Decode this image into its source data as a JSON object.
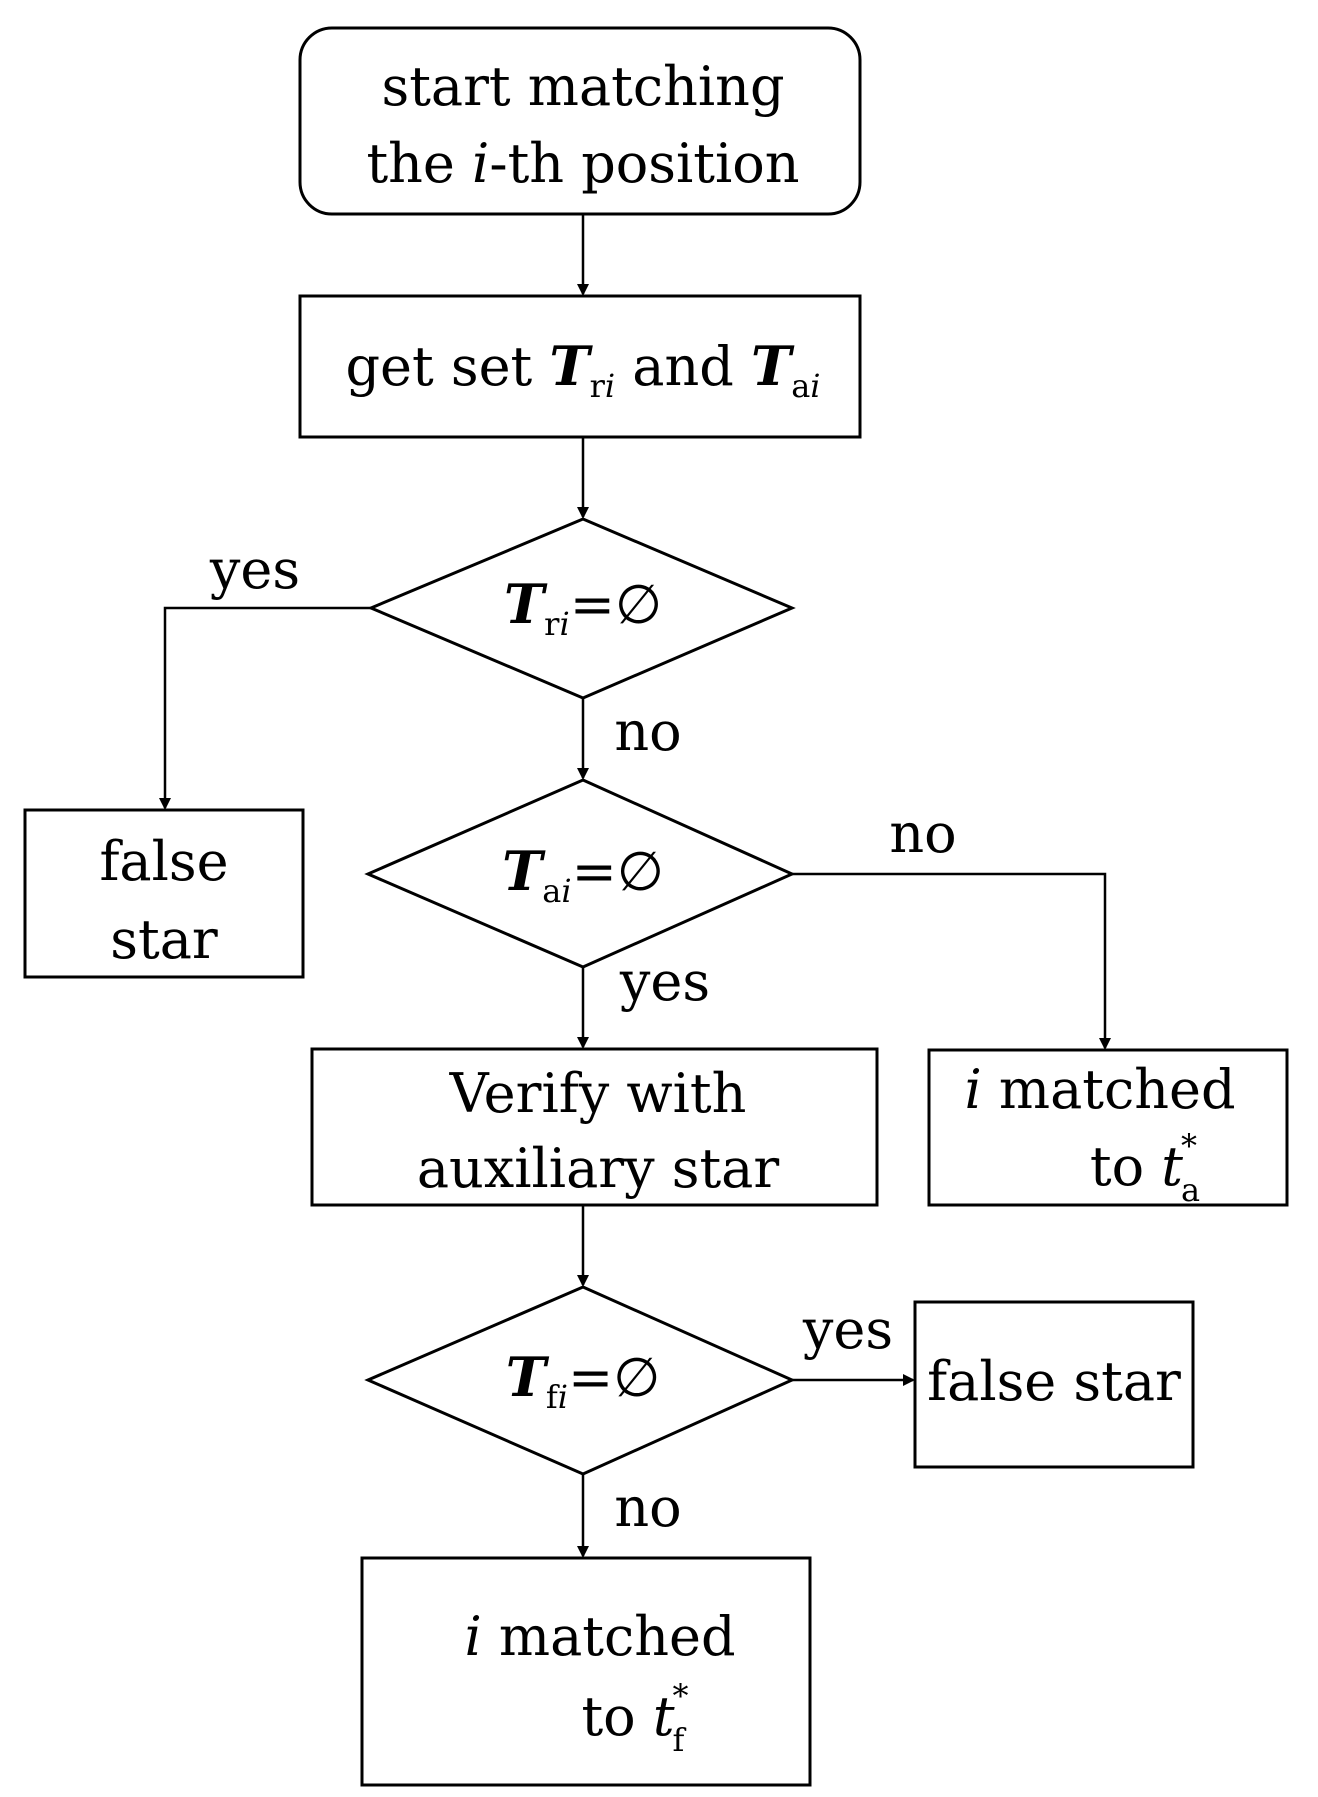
{
  "nodes": {
    "start": {
      "line1": "start matching",
      "line2_a": "the ",
      "line2_var": "i",
      "line2_b": "-th position"
    },
    "get_sets": {
      "text_a": "get set ",
      "T1": "T",
      "T1_sub_r": "r",
      "T1_sub_i": "i",
      "text_and": " and ",
      "T2": "T",
      "T2_sub_a": "a",
      "T2_sub_i": "i"
    },
    "decision_tri": {
      "T": "T",
      "sub_r": "r",
      "sub_i": "i",
      "eq": "=∅"
    },
    "decision_tai": {
      "T": "T",
      "sub_a": "a",
      "sub_i": "i",
      "eq": "=∅"
    },
    "decision_tfi": {
      "T": "T",
      "sub_f": "f",
      "sub_i": "i",
      "eq": "=∅"
    },
    "false_star_left": {
      "line1": "false",
      "line2": "star"
    },
    "verify": {
      "line1": "Verify with",
      "line2": "auxiliary star"
    },
    "matched_a": {
      "var": "i",
      "line1": " matched",
      "line2_a": "to ",
      "t": "t",
      "sup": "*",
      "sub": "a"
    },
    "false_star_right": {
      "text": "false star"
    },
    "matched_f": {
      "var": "i",
      "line1": " matched",
      "line2_a": "to ",
      "t": "t",
      "sup": "*",
      "sub": "f"
    }
  },
  "edge_labels": {
    "tri_yes": "yes",
    "tri_no": "no",
    "tai_no": "no",
    "tai_yes": "yes",
    "tfi_yes": "yes",
    "tfi_no": "no"
  },
  "colors": {
    "stroke": "#000000",
    "background": "#ffffff"
  }
}
